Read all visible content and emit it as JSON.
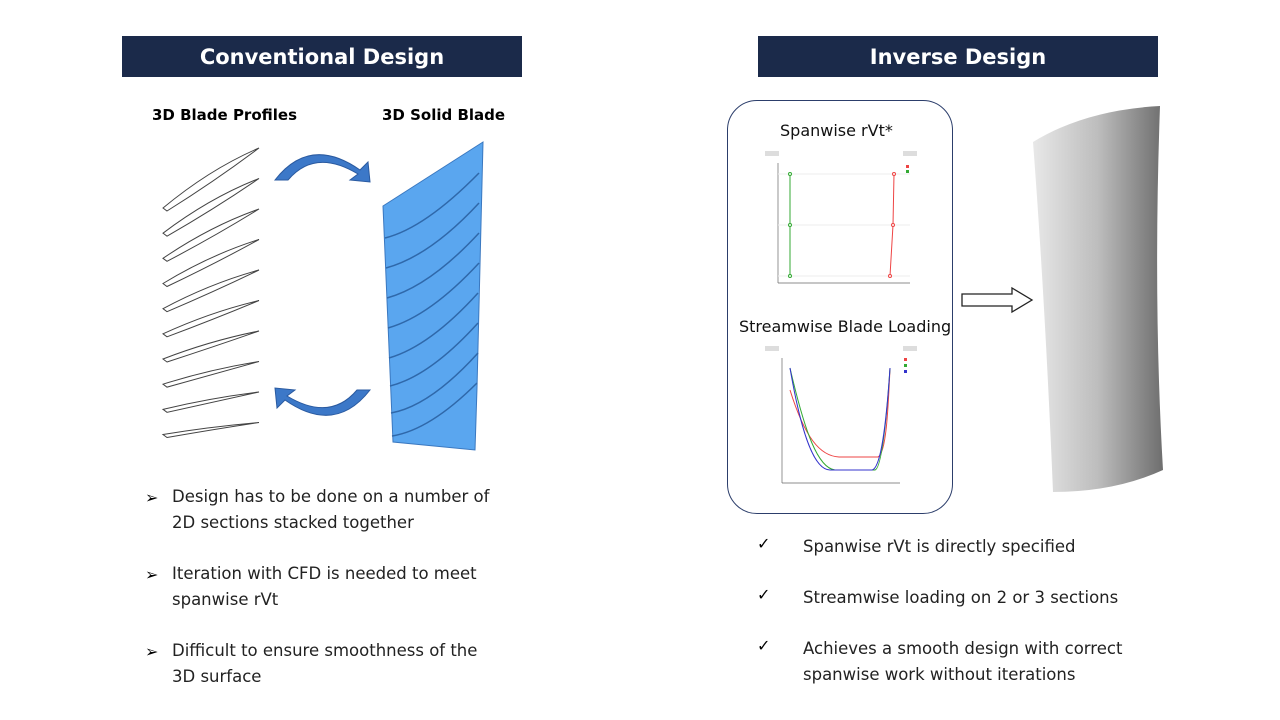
{
  "left": {
    "title": "Conventional Design",
    "profiles_label": "3D Blade Profiles",
    "solid_label": "3D Solid Blade",
    "bullets": [
      "Design has to be done on a number of 2D sections stacked together",
      "Iteration with CFD is needed to meet spanwise rVt",
      "Difficult to ensure smoothness of the 3D surface"
    ],
    "bullet_icon": "arrowhead-bullet"
  },
  "right": {
    "title": "Inverse Design",
    "chart1_title": "Spanwise rVt*",
    "chart2_title": "Streamwise Blade Loading",
    "bullets": [
      "Spanwise rVt is directly specified",
      "Streamwise loading on 2 or 3 sections",
      "Achieves a smooth design with correct spanwise work without iterations"
    ],
    "bullet_icon": "checkmark"
  },
  "colors": {
    "header": "#1b2a4a",
    "blade_blue": "#5aa6ef",
    "blade_grey": "#a8a8a8"
  }
}
